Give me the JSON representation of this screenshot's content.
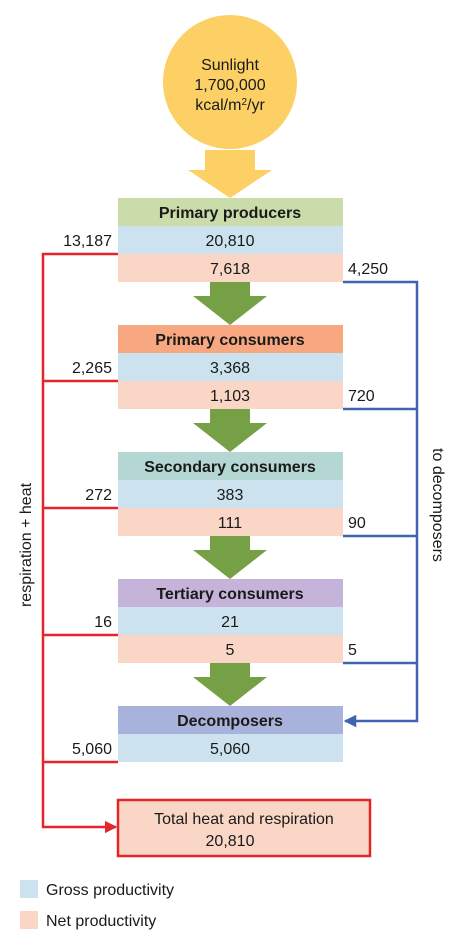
{
  "sun": {
    "line1": "Sunlight",
    "line2": "1,700,000",
    "unit_main": "kcal/m",
    "unit_sup": "2",
    "unit_tail": "/yr",
    "color": "#fcd065"
  },
  "levels": [
    {
      "name": "Primary producers",
      "gross": "20,810",
      "net": "7,618",
      "respiration": "13,187",
      "decomposers": "4,250",
      "header_color": "#c9dca9"
    },
    {
      "name": "Primary consumers",
      "gross": "3,368",
      "net": "1,103",
      "respiration": "2,265",
      "decomposers": "720",
      "header_color": "#f7a880"
    },
    {
      "name": "Secondary consumers",
      "gross": "383",
      "net": "111",
      "respiration": "272",
      "decomposers": "90",
      "header_color": "#b4d7d4"
    },
    {
      "name": "Tertiary consumers",
      "gross": "21",
      "net": "5",
      "respiration": "16",
      "decomposers": "5",
      "header_color": "#c5b3da"
    }
  ],
  "decomposers": {
    "name": "Decomposers",
    "gross": "5,060",
    "respiration": "5,060",
    "header_color": "#a9b2db"
  },
  "total": {
    "line1": "Total heat and respiration",
    "line2": "20,810"
  },
  "side_labels": {
    "left": "respiration + heat",
    "right": "to decomposers"
  },
  "legend": [
    {
      "label": "Gross productivity",
      "color": "#cce3ef"
    },
    {
      "label": "Net productivity",
      "color": "#fad6c6"
    }
  ],
  "colors": {
    "gross": "#cce3ef",
    "net": "#fad6c6",
    "arrow_green": "#76a045",
    "respiration_line": "#e4262b",
    "decomposer_line": "#3e65ad",
    "total_fill": "#fad6c6",
    "sun_arrow": "#fcd065"
  }
}
